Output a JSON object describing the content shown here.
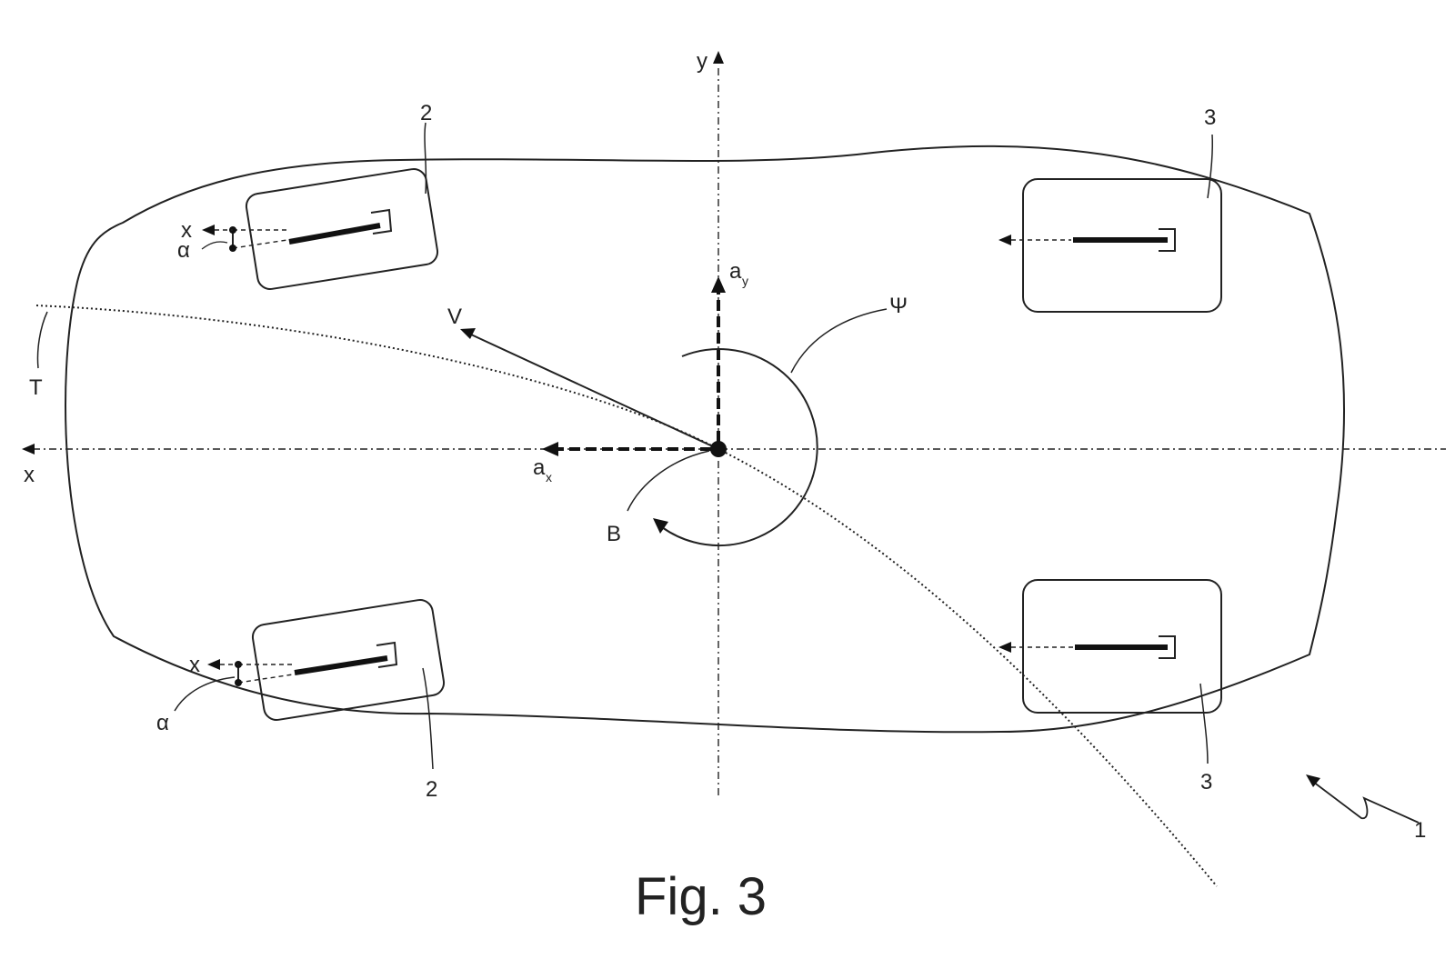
{
  "figure": {
    "caption": "Fig. 3",
    "labels": {
      "y_axis": "y",
      "x_axis": "x",
      "wheel_x": "x",
      "alpha": "α",
      "trajectory": "T",
      "velocity": "V",
      "accel_x": "a",
      "accel_x_sub": "x",
      "accel_y": "a",
      "accel_y_sub": "y",
      "yaw": "Ψ",
      "center_point": "B",
      "front_wheel": "2",
      "rear_wheel": "3",
      "vehicle": "1"
    }
  }
}
